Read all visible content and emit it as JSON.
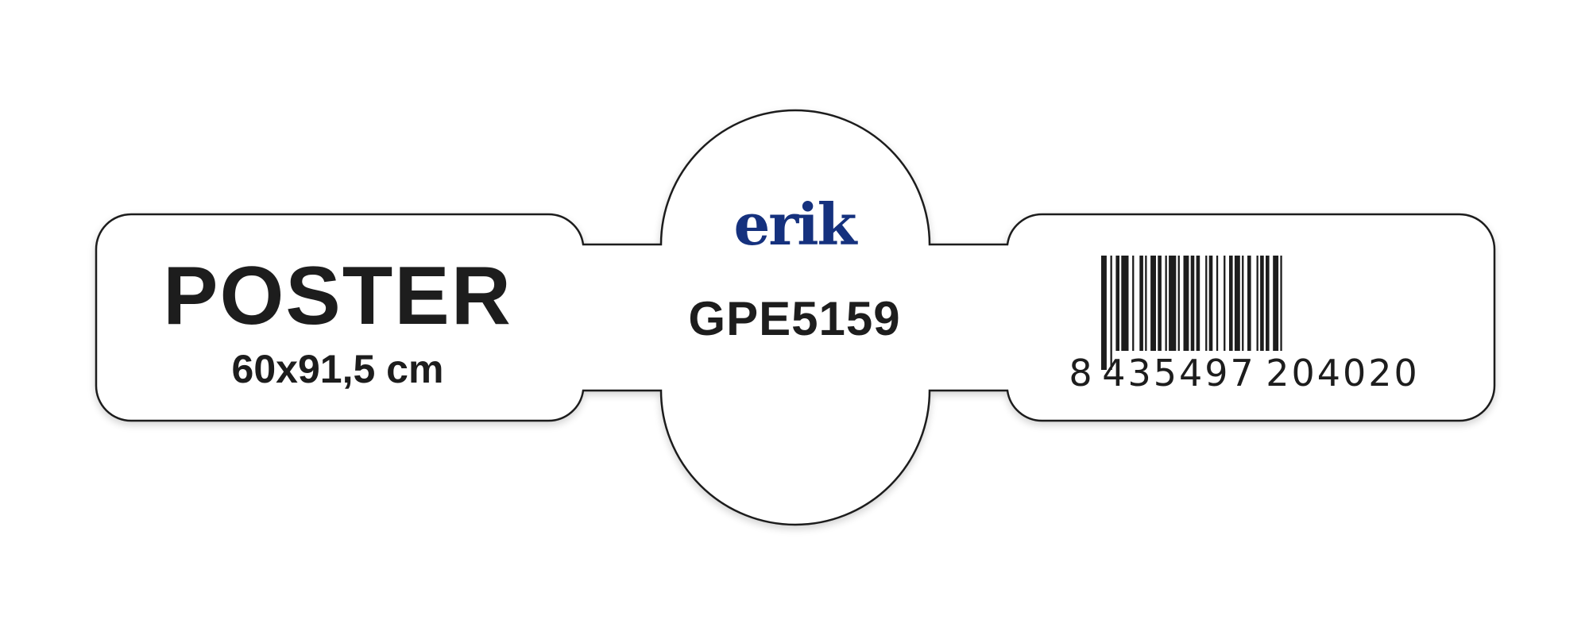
{
  "label": {
    "product_type": "POSTER",
    "size": "60x91,5 cm",
    "brand": "erik",
    "product_code": "GPE5159",
    "barcode": {
      "digits_first": "8",
      "digits_left": "435497",
      "digits_right": "204020"
    }
  },
  "colors": {
    "brand": "#15317e",
    "text": "#1d1d1d",
    "outline": "#1d1d1d",
    "background": "#ffffff"
  }
}
